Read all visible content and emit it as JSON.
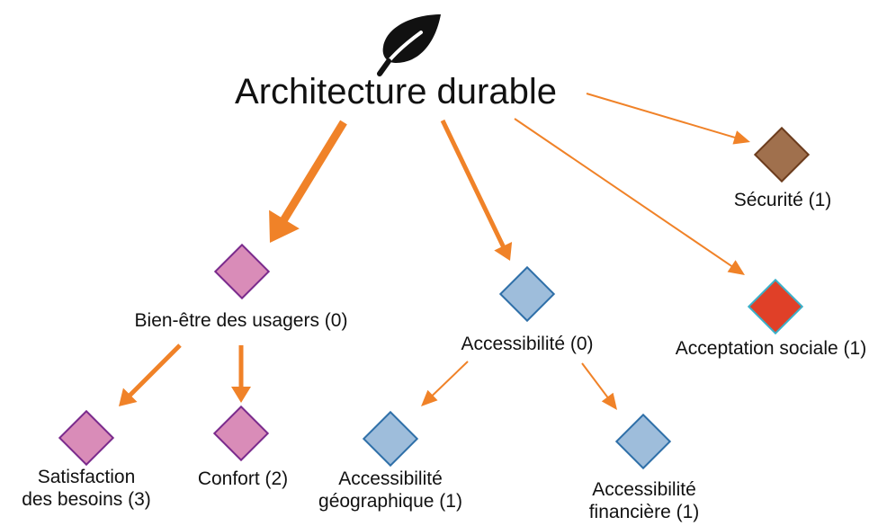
{
  "root": {
    "title": "Architecture durable",
    "icon": "leaf-icon"
  },
  "nodes": {
    "bien_etre": {
      "label": "Bien-être des usagers (0)",
      "color": "#d98cb8",
      "border": "#7a2a8c"
    },
    "accessibilite": {
      "label": "Accessibilité (0)",
      "color": "#9ebddb",
      "border": "#2e6fa8"
    },
    "securite": {
      "label": "Sécurité (1)",
      "color": "#a0704d",
      "border": "#6b3b1c"
    },
    "acceptation": {
      "label": "Acceptation sociale (1)",
      "color": "#e04028",
      "border": "#3ab0c8"
    },
    "satisfaction": {
      "line1": "Satisfaction",
      "line2": "des besoins (3)",
      "color": "#d98cb8",
      "border": "#7a2a8c"
    },
    "confort": {
      "label": "Confort (2)",
      "color": "#d98cb8",
      "border": "#7a2a8c"
    },
    "acc_geo": {
      "line1": "Accessibilité",
      "line2": "géographique (1)",
      "color": "#9ebddb",
      "border": "#2e6fa8"
    },
    "acc_fin": {
      "line1": "Accessibilité",
      "line2": "financière (1)",
      "color": "#9ebddb",
      "border": "#2e6fa8"
    }
  },
  "arrow_color": "#f08228"
}
